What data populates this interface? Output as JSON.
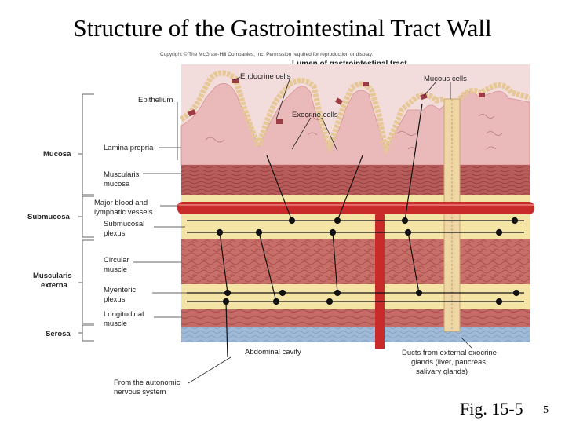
{
  "title": "Structure of the Gastrointestinal Tract Wall",
  "figure_ref": "Fig. 15-5",
  "page_number": "5",
  "copyright": "Copyright © The McGraw-Hill Companies, Inc. Permission required for reproduction or display.",
  "lumen_label": "Lumen of gastrointestinal tract",
  "left_groups": {
    "mucosa": "Mucosa",
    "submucosa": "Submucosa",
    "muscularis1": "Muscularis",
    "muscularis2": "externa",
    "serosa": "Serosa"
  },
  "layer_labels": {
    "epithelium": "Epithelium",
    "lamina_propria": "Lamina propria",
    "muscularis_mucosa1": "Muscularis",
    "muscularis_mucosa2": "mucosa",
    "blood1": "Major blood and",
    "blood2": "lymphatic vessels",
    "submucosal1": "Submucosal",
    "submucosal2": "plexus",
    "circular1": "Circular",
    "circular2": "muscle",
    "myenteric1": "Myenteric",
    "myenteric2": "plexus",
    "longitudinal1": "Longitudinal",
    "longitudinal2": "muscle"
  },
  "callouts": {
    "endocrine": "Endocrine cells",
    "mucous": "Mucous cells",
    "exocrine": "Exocrine cells",
    "abdominal": "Abdominal cavity",
    "ducts1": "Ducts from external exocrine",
    "ducts2": "glands (liver, pancreas,",
    "ducts3": "salivary glands)",
    "autonomic1": "From the autonomic",
    "autonomic2": "nervous system"
  }
}
